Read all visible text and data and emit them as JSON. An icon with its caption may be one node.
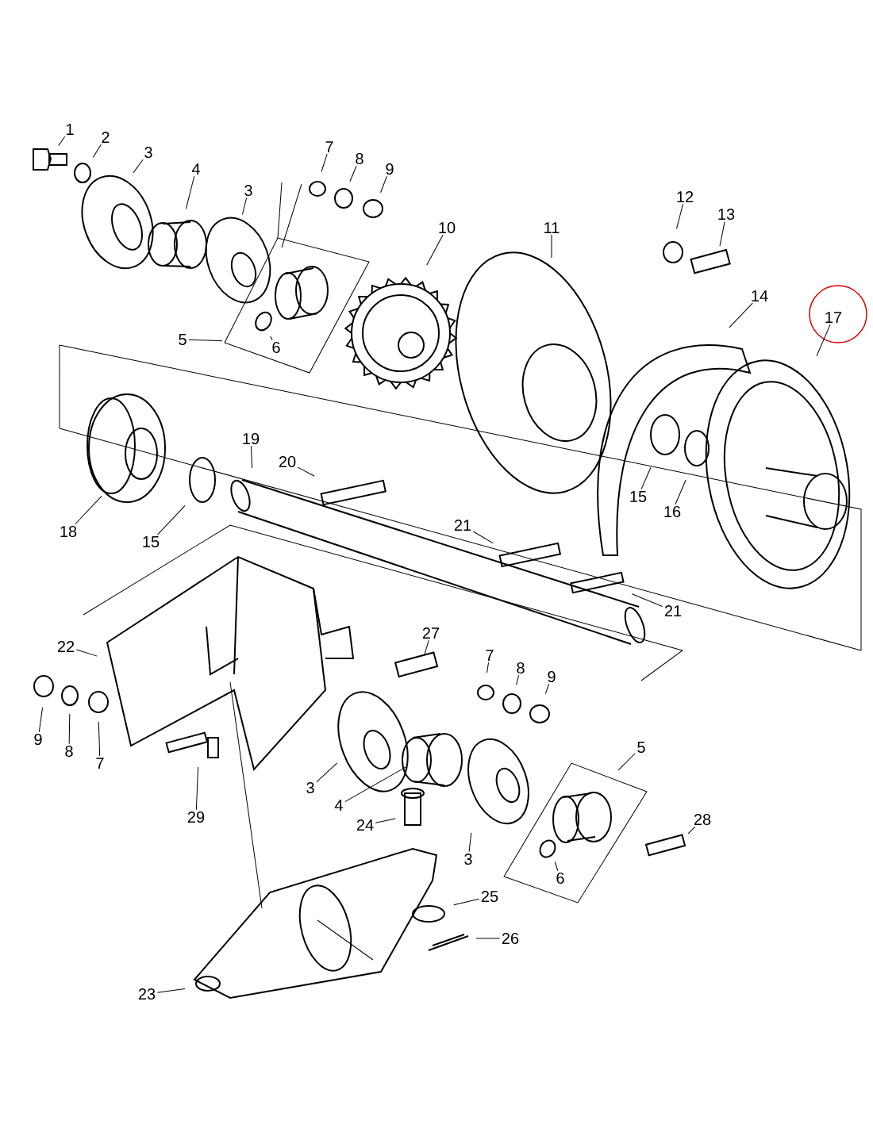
{
  "diagram": {
    "nodes": [
      {
        "text": [
          "1"
        ]
      },
      {
        "text": [
          "2"
        ]
      },
      {
        "text": [
          "3"
        ]
      },
      {
        "text": [
          "4"
        ]
      },
      {
        "text": [
          "3"
        ]
      },
      {
        "text": [
          "7"
        ]
      },
      {
        "text": [
          "8"
        ]
      },
      {
        "text": [
          "9"
        ]
      },
      {
        "text": [
          "10"
        ]
      },
      {
        "text": [
          "11"
        ]
      },
      {
        "text": [
          "12"
        ]
      },
      {
        "text": [
          "13"
        ]
      },
      {
        "text": [
          "14"
        ]
      },
      {
        "text": [
          "17"
        ]
      },
      {
        "text": [
          "5"
        ]
      },
      {
        "text": [
          "6"
        ]
      },
      {
        "text": [
          "19"
        ]
      },
      {
        "text": [
          "20"
        ]
      },
      {
        "text": [
          "18"
        ]
      },
      {
        "text": [
          "15"
        ]
      },
      {
        "text": [
          "21"
        ]
      },
      {
        "text": [
          "21"
        ]
      },
      {
        "text": [
          "15"
        ]
      },
      {
        "text": [
          "16"
        ]
      },
      {
        "text": [
          "22"
        ]
      },
      {
        "text": [
          "27"
        ]
      },
      {
        "text": [
          "7"
        ]
      },
      {
        "text": [
          "8"
        ]
      },
      {
        "text": [
          "9"
        ]
      },
      {
        "text": [
          "9"
        ]
      },
      {
        "text": [
          "8"
        ]
      },
      {
        "text": [
          "7"
        ]
      },
      {
        "text": [
          "29"
        ]
      },
      {
        "text": [
          "3"
        ]
      },
      {
        "text": [
          "4"
        ]
      },
      {
        "text": [
          "5"
        ]
      },
      {
        "text": [
          "28"
        ]
      },
      {
        "text": [
          "24"
        ]
      },
      {
        "text": [
          "6"
        ]
      },
      {
        "text": [
          "3"
        ]
      },
      {
        "text": [
          "25"
        ]
      },
      {
        "text": [
          "26"
        ]
      },
      {
        "text": [
          "23"
        ]
      }
    ],
    "edges": [
      {
        "from": 0,
        "to": null,
        "arrow": "none"
      },
      {
        "from": 1,
        "to": null,
        "arrow": "none"
      },
      {
        "from": 2,
        "to": null,
        "arrow": "none"
      },
      {
        "from": 3,
        "to": null,
        "arrow": "none"
      },
      {
        "from": 4,
        "to": null,
        "arrow": "none"
      },
      {
        "from": 5,
        "to": null,
        "arrow": "none"
      },
      {
        "from": 6,
        "to": null,
        "arrow": "none"
      },
      {
        "from": 7,
        "to": null,
        "arrow": "none"
      },
      {
        "from": 8,
        "to": null,
        "arrow": "none"
      },
      {
        "from": 9,
        "to": null,
        "arrow": "none"
      },
      {
        "from": 10,
        "to": null,
        "arrow": "none"
      },
      {
        "from": 11,
        "to": null,
        "arrow": "none"
      },
      {
        "from": 12,
        "to": null,
        "arrow": "none"
      },
      {
        "from": 13,
        "to": null,
        "arrow": "none"
      },
      {
        "from": 14,
        "to": null,
        "arrow": "none"
      },
      {
        "from": 15,
        "to": null,
        "arrow": "none"
      },
      {
        "from": 16,
        "to": null,
        "arrow": "none"
      },
      {
        "from": 17,
        "to": null,
        "arrow": "none"
      },
      {
        "from": 18,
        "to": null,
        "arrow": "none"
      },
      {
        "from": 19,
        "to": null,
        "arrow": "none"
      },
      {
        "from": 20,
        "to": null,
        "arrow": "none"
      },
      {
        "from": 21,
        "to": null,
        "arrow": "none"
      },
      {
        "from": 22,
        "to": null,
        "arrow": "none"
      },
      {
        "from": 23,
        "to": null,
        "arrow": "none"
      },
      {
        "from": 24,
        "to": null,
        "arrow": "none"
      },
      {
        "from": 25,
        "to": null,
        "arrow": "none"
      },
      {
        "from": 26,
        "to": null,
        "arrow": "none"
      },
      {
        "from": 27,
        "to": null,
        "arrow": "none"
      },
      {
        "from": 28,
        "to": null,
        "arrow": "none"
      },
      {
        "from": 29,
        "to": null,
        "arrow": "none"
      },
      {
        "from": 30,
        "to": null,
        "arrow": "none"
      },
      {
        "from": 31,
        "to": null,
        "arrow": "none"
      },
      {
        "from": 32,
        "to": null,
        "arrow": "none"
      },
      {
        "from": 33,
        "to": null,
        "arrow": "none"
      },
      {
        "from": 34,
        "to": null,
        "arrow": "none"
      },
      {
        "from": 35,
        "to": null,
        "arrow": "none"
      },
      {
        "from": 36,
        "to": null,
        "arrow": "none"
      },
      {
        "from": 37,
        "to": null,
        "arrow": "none"
      },
      {
        "from": 38,
        "to": null,
        "arrow": "none"
      },
      {
        "from": 39,
        "to": null,
        "arrow": "none"
      },
      {
        "from": 40,
        "to": null,
        "arrow": "none"
      },
      {
        "from": 41,
        "to": null,
        "arrow": "none"
      },
      {
        "from": 42,
        "to": null,
        "arrow": "none"
      }
    ]
  }
}
